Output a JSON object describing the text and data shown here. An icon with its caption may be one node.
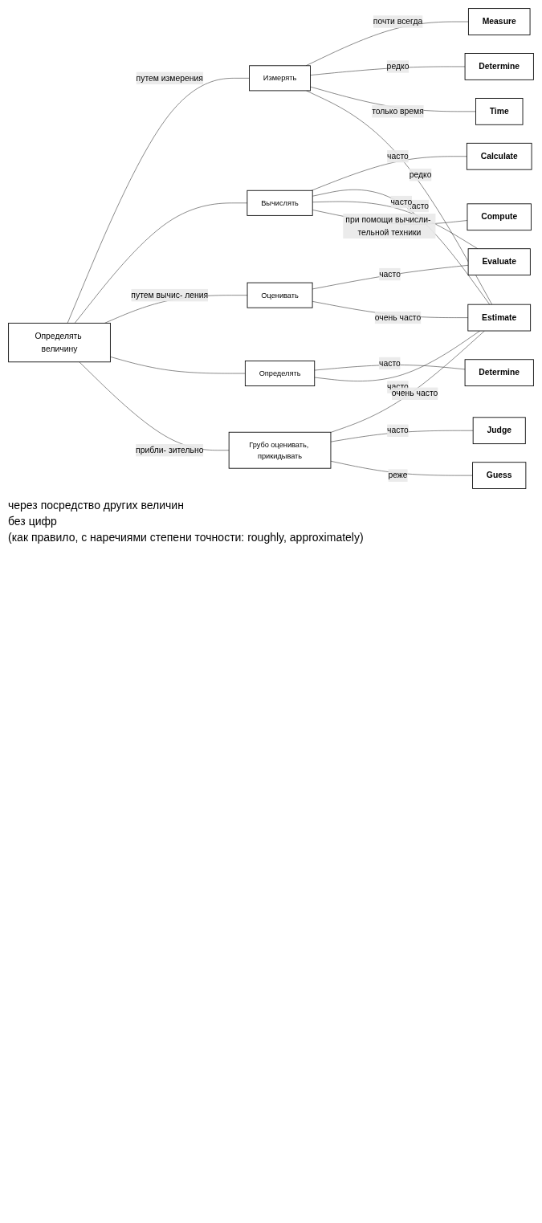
{
  "diagram": {
    "nodes": [
      {
        "text": [
          "Определять величину"
        ]
      },
      {
        "text": [
          "Измерять"
        ]
      },
      {
        "text": [
          "Вычислять"
        ]
      },
      {
        "text": [
          "Оценивать"
        ]
      },
      {
        "text": [
          "Определять"
        ]
      },
      {
        "text": [
          "Грубо оценивать, прикидывать"
        ]
      },
      {
        "text": [
          "Measure"
        ]
      },
      {
        "text": [
          "Determine"
        ]
      },
      {
        "text": [
          "Time"
        ]
      },
      {
        "text": [
          "Calculate"
        ]
      },
      {
        "text": [
          "Compute"
        ]
      },
      {
        "text": [
          "Evaluate"
        ]
      },
      {
        "text": [
          "Estimate"
        ]
      },
      {
        "text": [
          "Determine"
        ]
      },
      {
        "text": [
          "Judge"
        ]
      },
      {
        "text": [
          "Guess"
        ]
      }
    ],
    "edges": [
      {
        "from": 0,
        "to": 1,
        "arrow": "none",
        "label": "путем измерения"
      },
      {
        "from": 0,
        "to": 2,
        "arrow": "none"
      },
      {
        "from": 0,
        "to": 3,
        "arrow": "none",
        "label": "путем вычис- ления"
      },
      {
        "from": 0,
        "to": 4,
        "arrow": "none"
      },
      {
        "from": 0,
        "to": 5,
        "arrow": "none",
        "label": "прибли- зительно"
      },
      {
        "from": 1,
        "to": 6,
        "arrow": "none",
        "label": "почти всегда"
      },
      {
        "from": 1,
        "to": 7,
        "arrow": "none",
        "label": "редко"
      },
      {
        "from": 1,
        "to": 8,
        "arrow": "none",
        "label": "только время"
      },
      {
        "from": 1,
        "to": 12,
        "arrow": "none",
        "label": "редко"
      },
      {
        "from": 2,
        "to": 9,
        "arrow": "none",
        "label": "часто"
      },
      {
        "from": 2,
        "to": 12,
        "arrow": "none",
        "label": "часто"
      },
      {
        "from": 2,
        "to": 11,
        "arrow": "none",
        "label": "часто"
      },
      {
        "from": 2,
        "to": 10,
        "arrow": "none",
        "label": "при помощи вычисли- тельной техники"
      },
      {
        "from": 3,
        "to": 11,
        "arrow": "none",
        "label": "часто"
      },
      {
        "from": 3,
        "to": 12,
        "arrow": "none",
        "label": "очень часто"
      },
      {
        "from": 4,
        "to": 13,
        "arrow": "none",
        "label": "часто"
      },
      {
        "from": 4,
        "to": 12,
        "arrow": "none",
        "label": "часто"
      },
      {
        "from": 5,
        "to": 12,
        "arrow": "none",
        "label": "очень часто"
      },
      {
        "from": 5,
        "to": 14,
        "arrow": "none",
        "label": "часто"
      },
      {
        "from": 5,
        "to": 15,
        "arrow": "none",
        "label": "реже"
      }
    ],
    "labels": [
      "через посредство других величин",
      "без цифр",
      "(как правило, с наречиями степени точности: roughly, approximately)"
    ]
  }
}
